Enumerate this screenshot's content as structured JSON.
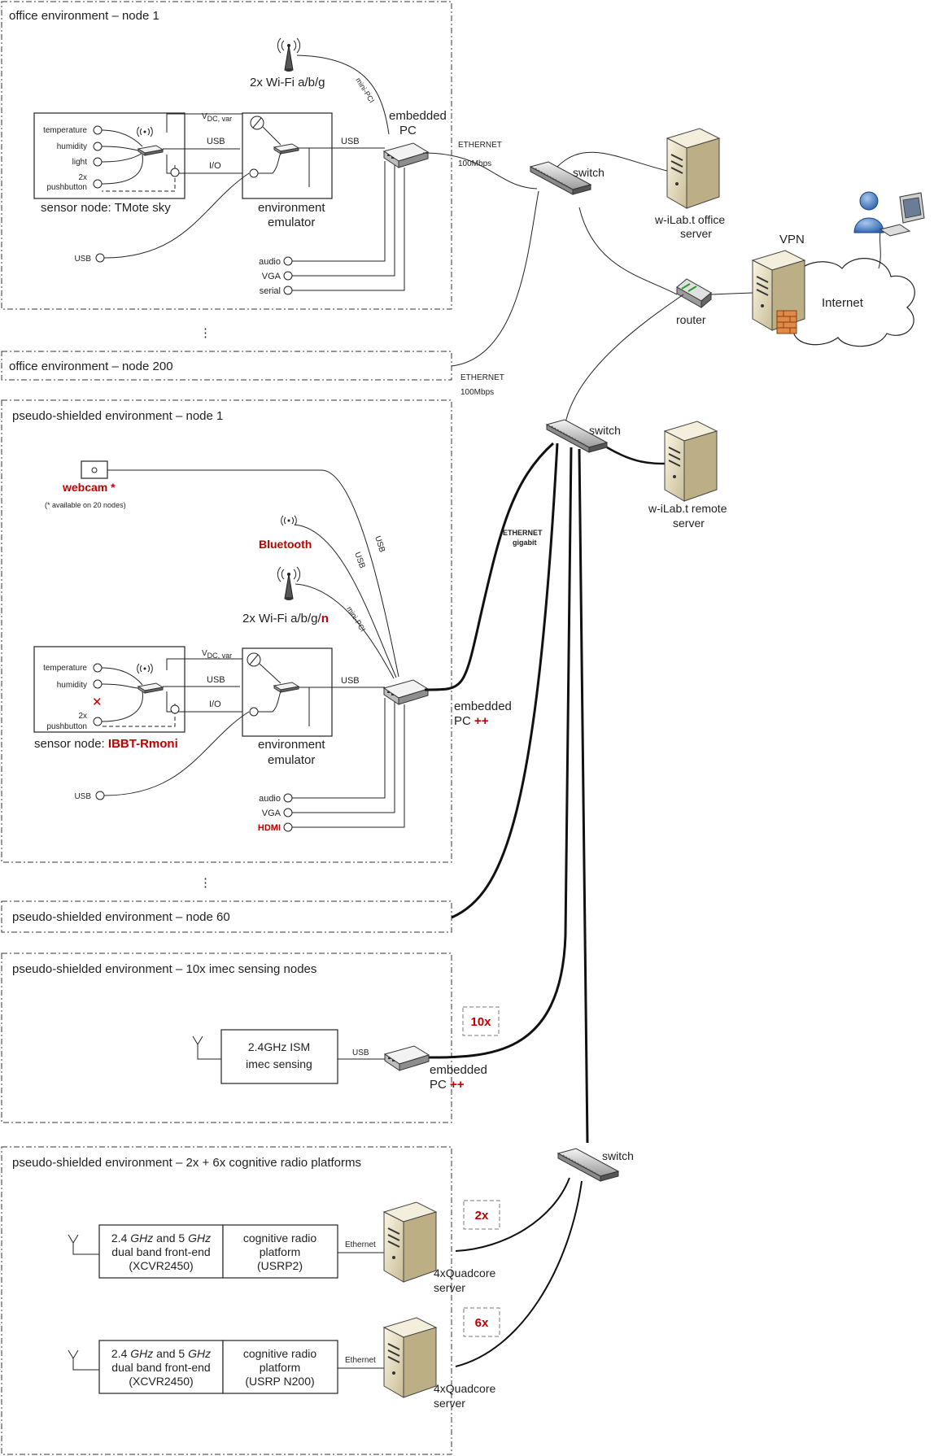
{
  "env": {
    "office_node1": "office environment – node 1",
    "office_node200": "office environment – node 200",
    "ps_node1": "pseudo-shielded environment – node 1",
    "ps_node60": "pseudo-shielded environment – node 60",
    "ps_imec": "pseudo-shielded environment – 10x imec sensing nodes",
    "ps_radio": "pseudo-shielded environment – 2x + 6x cognitive radio platforms"
  },
  "office": {
    "wifi": "2x Wi-Fi a/b/g",
    "minipci": "mini-PCI",
    "embedded_pc_1": "embedded",
    "embedded_pc_2": "PC",
    "sensors": [
      "temperature",
      "humidity",
      "light",
      "2x",
      "pushbutton"
    ],
    "sensor_node": "sensor node: TMote sky",
    "vdc": "V",
    "vdc_sub": "DC, var",
    "usb": "USB",
    "io": "I/O",
    "env_emu_1": "environment",
    "env_emu_2": "emulator",
    "ports": [
      "audio",
      "VGA",
      "serial"
    ],
    "ext_usb": "USB",
    "ellipsis": "⋮"
  },
  "network": {
    "ethernet": "ETHERNET",
    "speed": "100Mbps",
    "switch": "switch",
    "office_server_1": "w-iLab.t office",
    "office_server_2": "server",
    "router": "router",
    "vpn": "VPN",
    "internet": "Internet",
    "remote_server_1": "w-iLab.t remote",
    "remote_server_2": "server",
    "gigabit_1": "ETHERNET",
    "gigabit_2": "gigabit"
  },
  "ps": {
    "webcam": "webcam *",
    "webcam_note": "(* available on 20 nodes)",
    "bluetooth": "Bluetooth",
    "wifi_a": "2x Wi-Fi a/b/g/",
    "wifi_n": "n",
    "usb": "USB",
    "minipci": "mini-PCI",
    "sensors": [
      "temperature",
      "humidity",
      "2x",
      "pushbutton"
    ],
    "cross": "✕",
    "sensor_node_a": "sensor node: ",
    "sensor_node_b": "IBBT-Rmoni",
    "embedded_1": "embedded",
    "embedded_2": "PC ",
    "plusplus": "++",
    "ports": [
      "audio",
      "VGA"
    ],
    "hdmi": "HDMI",
    "ellipsis": "⋮"
  },
  "imec": {
    "box_1": "2.4GHz ISM",
    "box_2": "imec sensing",
    "usb": "USB",
    "embedded_1": "embedded",
    "embedded_2": "PC ",
    "plusplus": "++",
    "count": "10x"
  },
  "radio": {
    "switch": "switch",
    "fe_1a": "2.4 ",
    "fe_1b": "GHz",
    "fe_1c": " and 5 ",
    "fe_1d": "GHz",
    "fe_2": "dual band front-end",
    "fe_3": "(XCVR2450)",
    "plat_1": "cognitive radio",
    "plat_2": "platform",
    "plat_3a": "(USRP2)",
    "plat_3b": "(USRP N200)",
    "ethernet": "Ethernet",
    "server_1": "4xQuadcore",
    "server_2": "server",
    "count_a": "2x",
    "count_b": "6x"
  }
}
